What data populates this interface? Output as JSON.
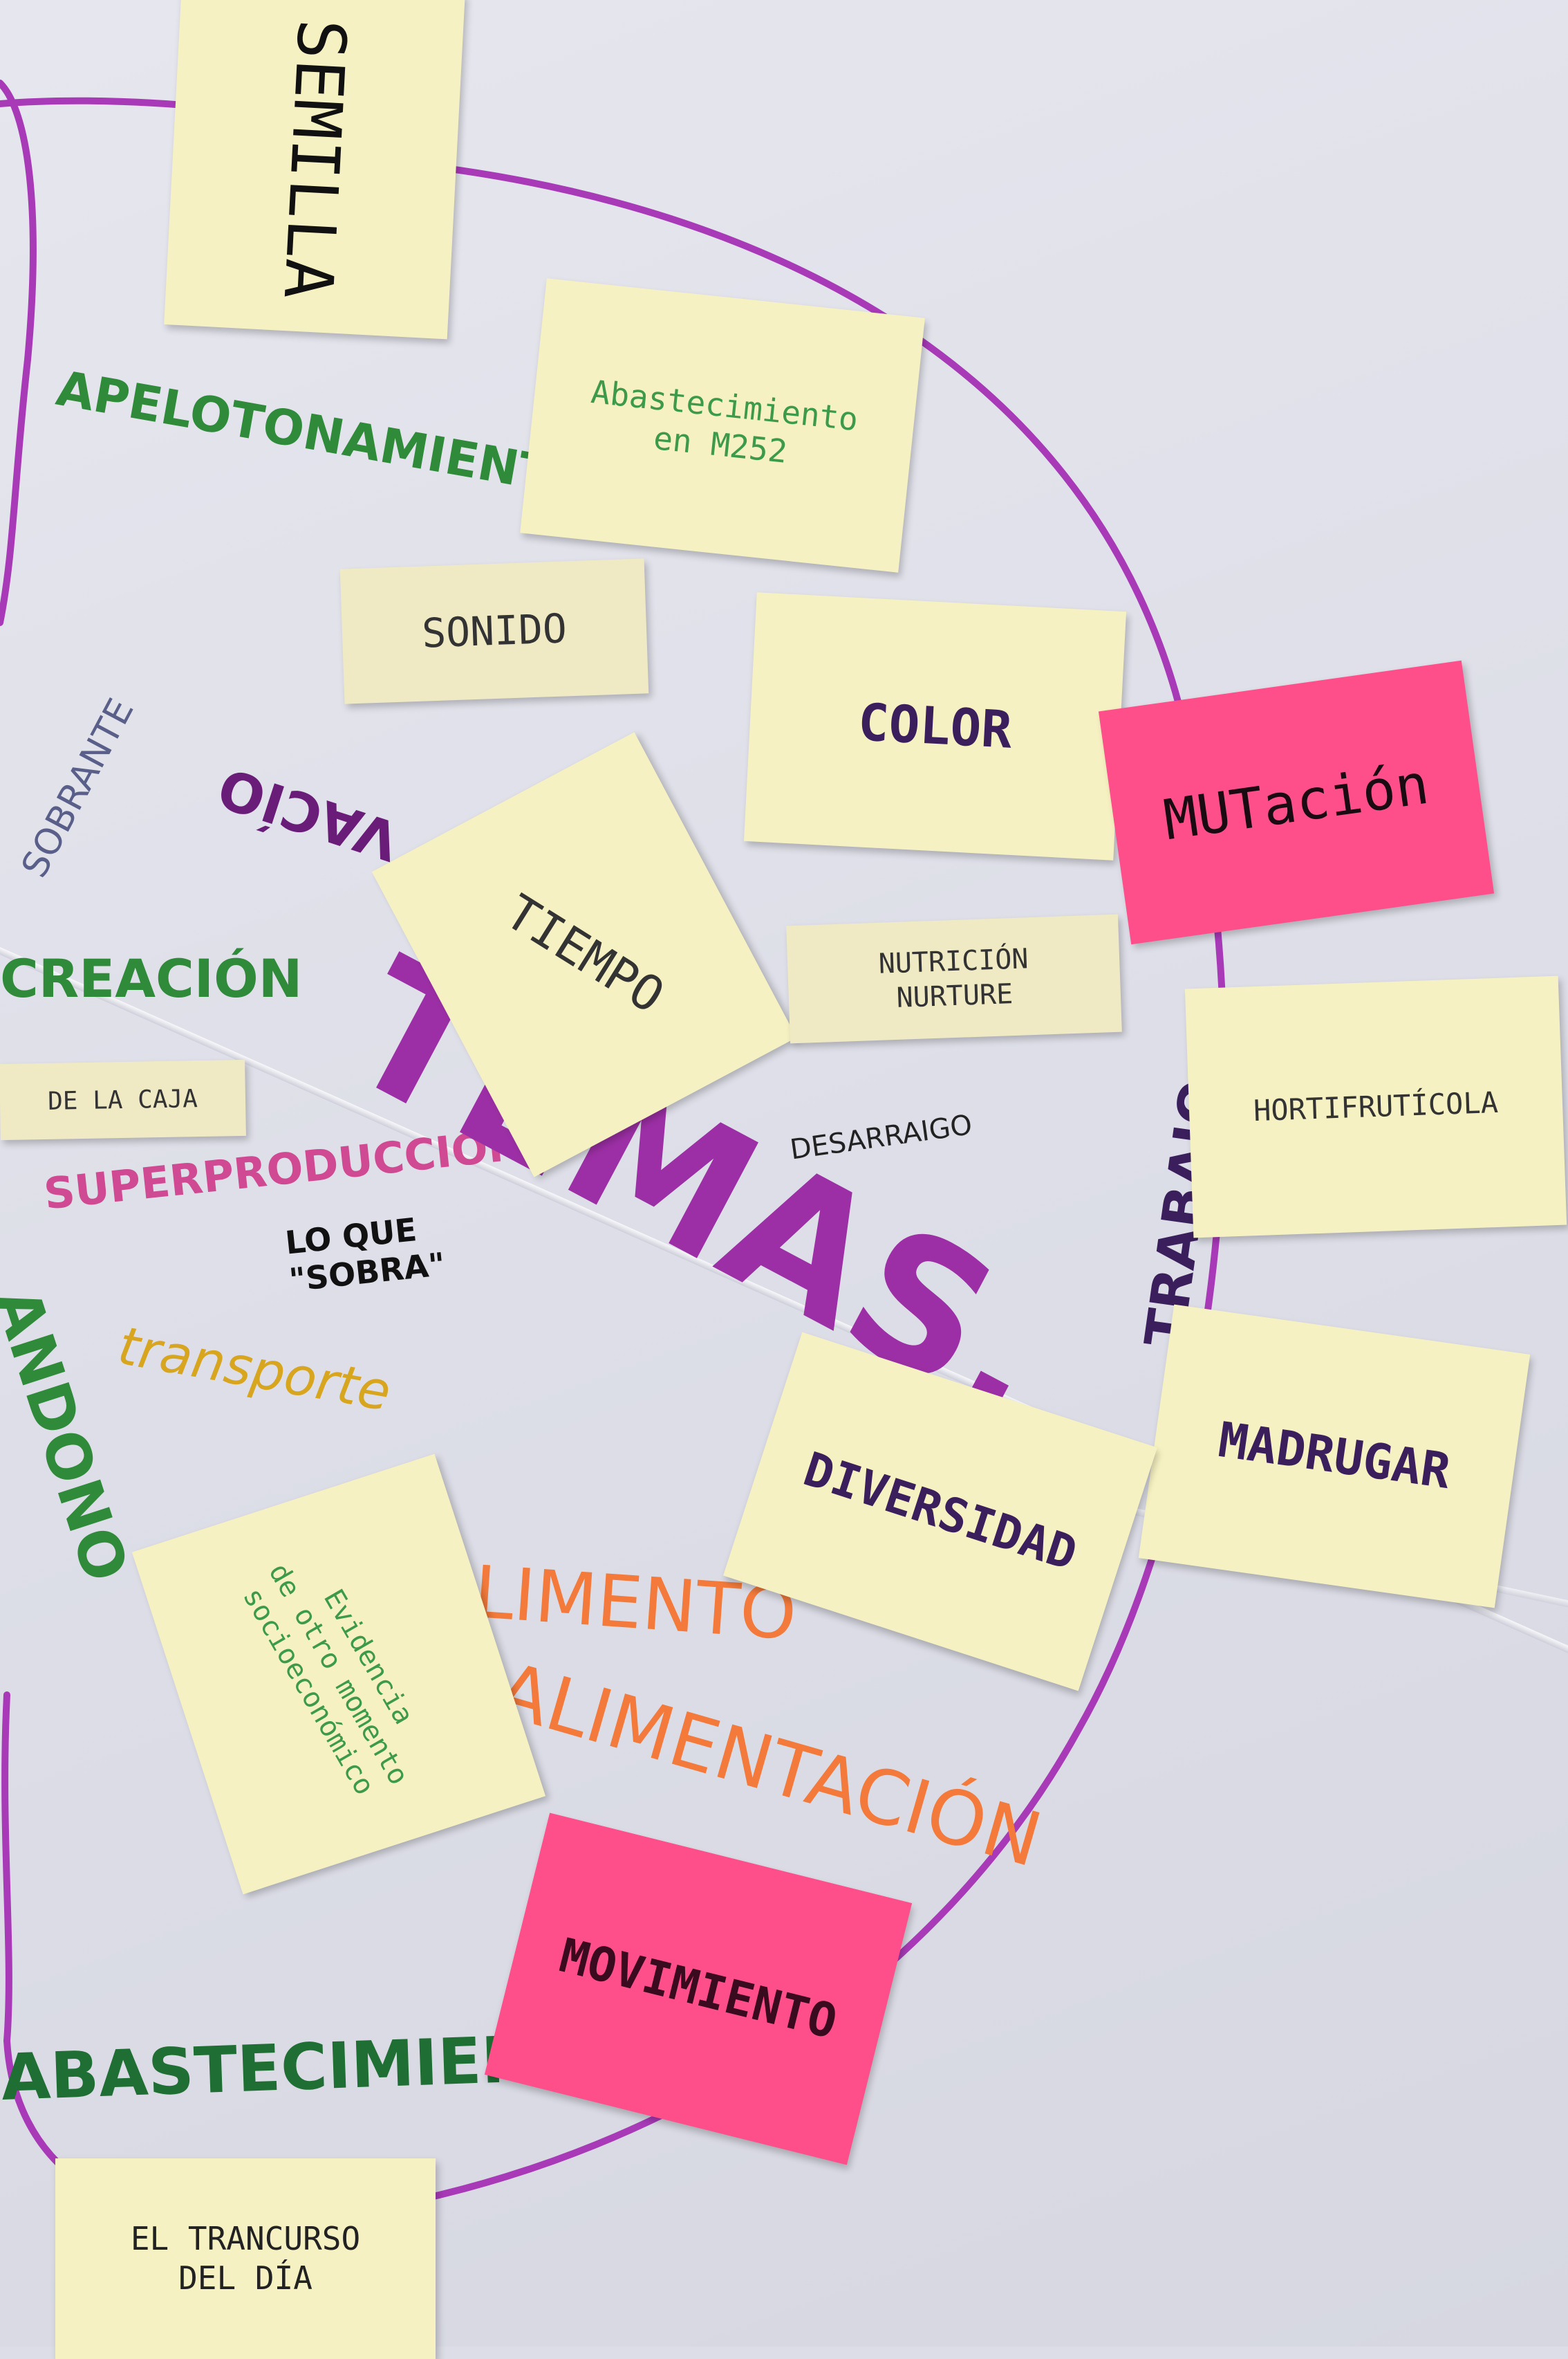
{
  "colors": {
    "paper": "#e2e3eb",
    "yellow_note": "#f6f1c2",
    "pink_note": "#ff4f8b",
    "circle_stroke": "#a83ab8",
    "green_marker": "#2f8a3a",
    "purple_marker": "#6a1c79",
    "pink_marker": "#d04a93",
    "orange_marker": "#f37a3a",
    "yellow_marker": "#d8a51f",
    "blue_marker": "#5a5f8a"
  },
  "center_title": "TEMAS.",
  "notes": {
    "semilla": "SEMILLA",
    "abastecimiento_m252": "Abastecimiento\nen M252",
    "sonido": "SONIDO",
    "color": "COLOR",
    "mutacion": "MUTación",
    "tiempo": "TIEMPO",
    "nutricion": "NUTRICIÓN\nNURTURE",
    "hortifruticola": "HORTIFRUTÍCOLA",
    "de_la_caja": "DE LA CAJA",
    "madrugar": "MADRUGAR",
    "diversidad": "DIVERSIDAD",
    "evidencia": "Evidencia\nde otro momento\nsocioeconómico",
    "movimiento": "MOVIMIENTO",
    "el_transcurso": "EL TRANCURSO\nDEL DÍA"
  },
  "words": {
    "apelotonamiento": "APELOTONAMIENTO",
    "sobrante": "SOBRANTE",
    "vacio": "VACÍO",
    "creacion": "CREACIÓN",
    "superproduccion": "SUPERPRODUCCIÓN",
    "lo_que_sobra": "LO QUE\n\"SOBRA\"",
    "desarraigo": "DESARRAIGO",
    "trabajo": "TRABAJO",
    "transporte": "transporte",
    "abandono": "ANDONO",
    "alimento": "LIMENTO",
    "alimentacion": "ALIMENTACIÓN",
    "abastecimiento": "ABASTECIMIENTO"
  }
}
